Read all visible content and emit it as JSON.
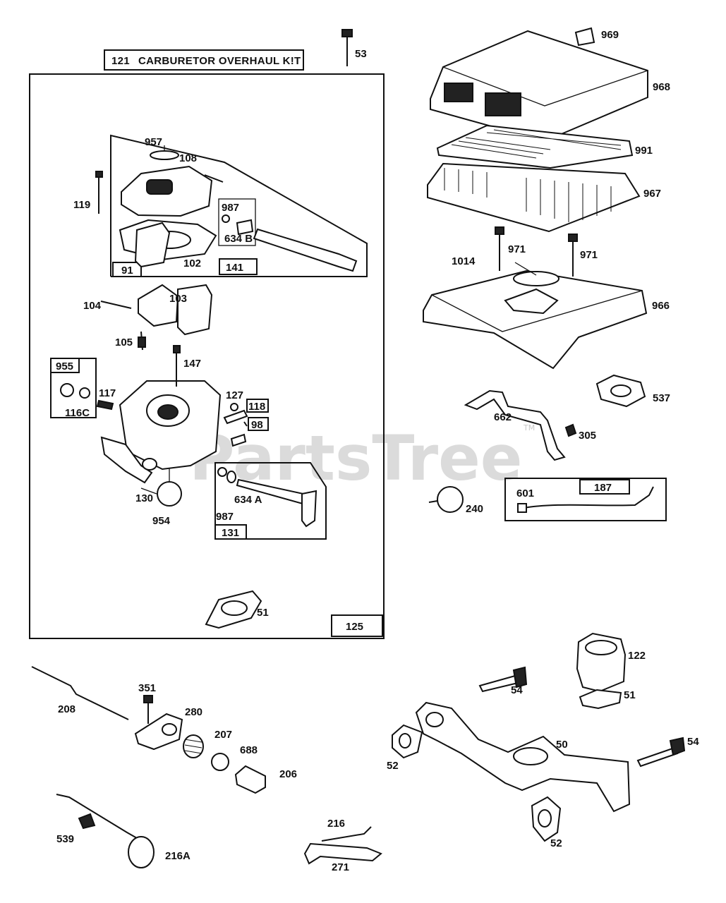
{
  "watermark": {
    "text": "PartsTree",
    "trademark": "TM"
  },
  "kit": {
    "number": "121",
    "title": "CARBURETOR OVERHAUL K!T"
  },
  "boxes": {
    "b125": "125",
    "b91": "91",
    "b141": "141",
    "b955": "955",
    "b118": "118",
    "b98": "98",
    "b131": "131",
    "b187": "187"
  },
  "callouts": {
    "c53": "53",
    "c969": "969",
    "c968": "968",
    "c991": "991",
    "c967": "967",
    "c971a": "971",
    "c971b": "971",
    "c1014": "1014",
    "c966": "966",
    "c537": "537",
    "c662": "662",
    "c305": "305",
    "c240": "240",
    "c601": "601",
    "c957": "957",
    "c108": "108",
    "c119": "119",
    "c987a": "987",
    "c634b": "634 B",
    "c102": "102",
    "c104": "104",
    "c103": "103",
    "c105": "105",
    "c147": "147",
    "c117": "117",
    "c116c": "116C",
    "c127": "127",
    "c130": "130",
    "c954": "954",
    "c987b": "987",
    "c634a": "634 A",
    "c51a": "51",
    "c208": "208",
    "c351": "351",
    "c280": "280",
    "c207": "207",
    "c688": "688",
    "c206": "206",
    "c539": "539",
    "c216a": "216A",
    "c216": "216",
    "c271": "271",
    "c54a": "54",
    "c122": "122",
    "c51b": "51",
    "c50": "50",
    "c54b": "54",
    "c52a": "52",
    "c52b": "52"
  }
}
